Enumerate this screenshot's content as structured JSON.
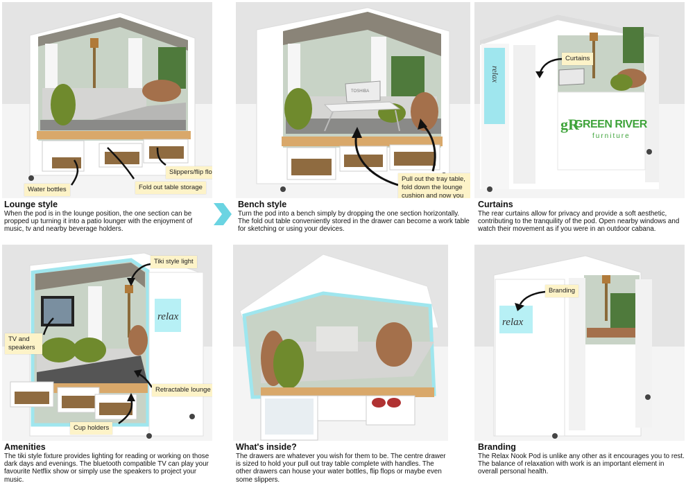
{
  "panels": [
    {
      "title": "Lounge style",
      "body": "When the pod is in the lounge position, the one section can be propped up turning it into a patio lounger with the enjoyment of music, tv and nearby beverage holders.",
      "callouts": [
        "Water bottles",
        "Fold out table storage",
        "Slippers/flip flops"
      ]
    },
    {
      "title": "Bench style",
      "body": "Turn the pod into a bench simply by dropping the one section horizontally.  The fold out table conveniently stored in the drawer can become a work table for sketching or using your devices.",
      "callouts": [
        "Pull out the tray table, fold down the lounge cushion and now you have a bench to work at"
      ],
      "laptop_text": "TOSHIBA"
    },
    {
      "title": "Curtains",
      "body": "The rear curtains allow for privacy and provide a soft aesthetic, contributing to the tranquility of the pod.  Open nearby windows and watch their movement as if you were in an outdoor cabana.",
      "callouts": [
        "Curtains"
      ],
      "logo_mark": "gR",
      "logo_word": "GREEN RIVER",
      "logo_sub": "furniture",
      "side_sign": "relax"
    },
    {
      "title": "Amenities",
      "body": "The tiki style fixture provides lighting for reading or working on those dark days and evenings.  The bluetooth compatible TV can play your favourite Netflix show or simply use the speakers to project your music.",
      "callouts": [
        "Tiki style light",
        "TV and speakers",
        "Retractable lounge",
        "Cup holders"
      ],
      "side_sign": "relax"
    },
    {
      "title": "What's inside?",
      "body": "The drawers are whatever you wish for them to be.  The centre drawer is sized to hold your pull out tray table complete with handles.  The other drawers can house your water bottles, flip flops or maybe even some slippers.",
      "callouts": []
    },
    {
      "title": "Branding",
      "body": "The Relax Nook Pod is unlike any other as it encourages you to rest.  The balance of relaxation with work is an important element in overall personal health.",
      "callouts": [
        "Branding"
      ],
      "side_sign": "relax"
    }
  ],
  "colors": {
    "outline": "#9fe6ee",
    "callout_bg": "#fdf3c8",
    "chevron": "#6ad4e2",
    "brand_green": "#3ea33a"
  },
  "icons": [
    "chevron-right-icon",
    "arrow-icon"
  ]
}
